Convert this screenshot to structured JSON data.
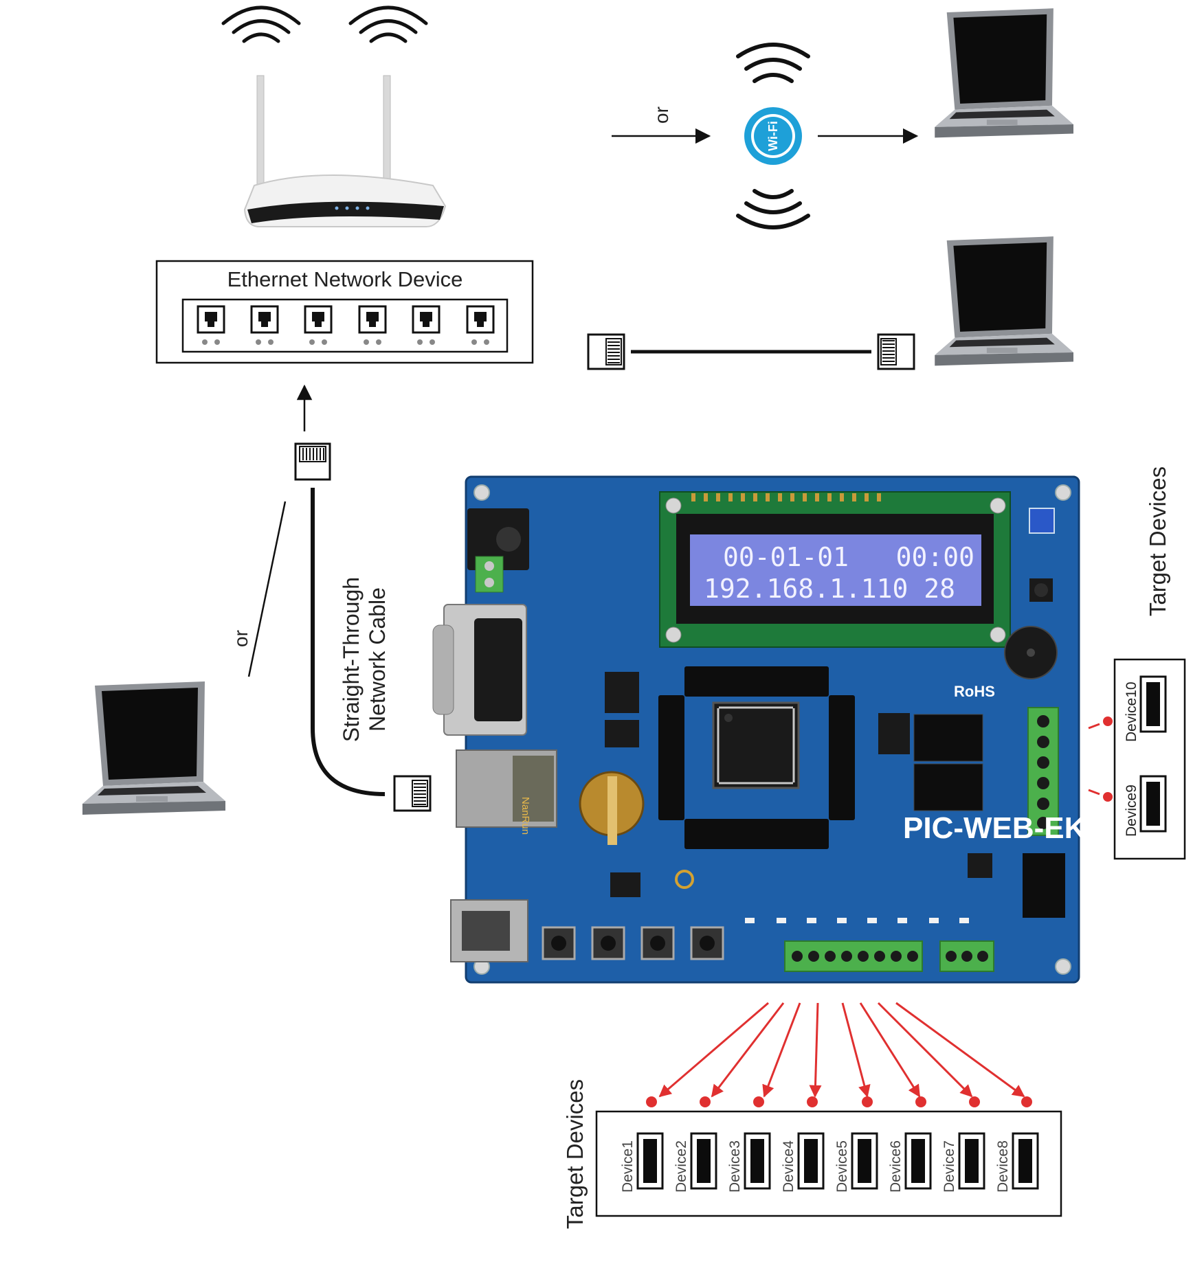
{
  "ethernet_device": {
    "label": "Ethernet Network Device",
    "port_count": 6
  },
  "connectors": {
    "or_top": "or",
    "or_left": "or",
    "cable_label_line1": "Straight-Through",
    "cable_label_line2": "Network Cable",
    "wifi_badge": "Wi-Fi"
  },
  "board": {
    "name": "PIC-WEB-EK",
    "rohs": "RoHS",
    "lcd_line1": "00-01-01   00:00",
    "lcd_line2": "192.168.1.110 28",
    "jack_label": "NanRun"
  },
  "target_devices_bottom": {
    "title": "Target Devices",
    "devices": [
      "Device1",
      "Device2",
      "Device3",
      "Device4",
      "Device5",
      "Device6",
      "Device7",
      "Device8"
    ]
  },
  "target_devices_right": {
    "title": "Target Devices",
    "devices": [
      "Device10",
      "Device9"
    ]
  },
  "colors": {
    "pcb": "#1e5fa8",
    "arrow": "#e03030",
    "terminal": "#4cb04c"
  }
}
